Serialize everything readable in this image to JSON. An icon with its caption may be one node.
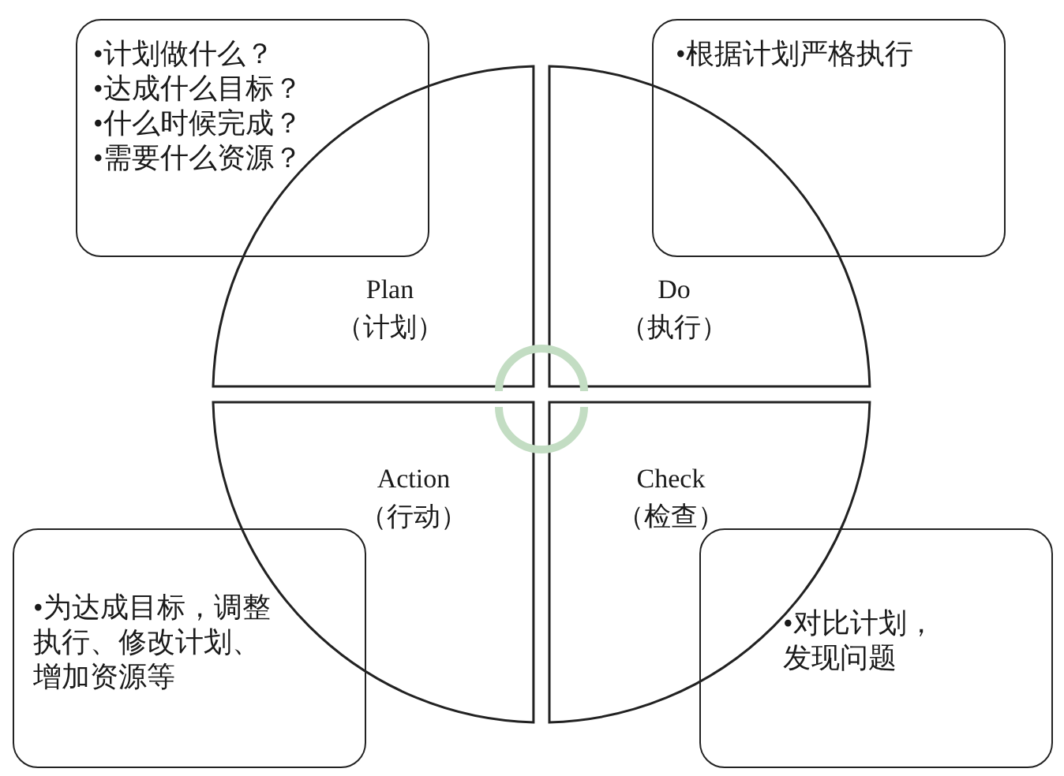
{
  "diagram": {
    "nodes": [
      {
        "text": [
          "•计划做什么？",
          "•达成什么目标？",
          "•什么时候完成？",
          "•需要什么资源？"
        ]
      },
      {
        "text": [
          "•根据计划严格执行"
        ]
      },
      {
        "text": [
          "Plan",
          "（计划）"
        ]
      },
      {
        "text": [
          "Do",
          "（执行）"
        ]
      },
      {
        "text": [
          "Action",
          "（行动）"
        ]
      },
      {
        "text": [
          "Check",
          "（检查）"
        ]
      },
      {
        "text": [
          "•为达成目标，调整执行、修改计划、增加资源等"
        ]
      },
      {
        "text": [
          "•对比计划，发现问题"
        ]
      }
    ]
  }
}
